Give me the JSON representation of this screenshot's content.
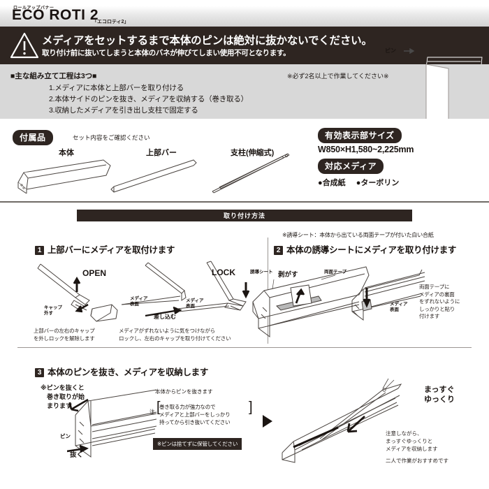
{
  "header": {
    "kana": "ロールアップバナー",
    "title": "ECO ROTI 2",
    "sub": "「エコロティ2」"
  },
  "warning": {
    "icon": "warning-triangle-icon",
    "line1": "メディアをセットするまで本体のピンは絶対に抜かないでください。",
    "line2": "取り付け前に抜いてしまうと本体のバネが伸びてしまい使用不可となります。",
    "pin_label": "ピン"
  },
  "summary": {
    "heading": "■主な組み立て工程は3つ■",
    "note": "※必ず2名以上で作業してください※",
    "steps": [
      "1.メディアに本体と上部バーを取り付ける",
      "2.本体サイドのピンを抜き、メディアを収納する（巻き取る）",
      "3.収納したメディアを引き出し支柱で固定する"
    ]
  },
  "parts": {
    "pill": "付属品",
    "note": "セット内容をご確認ください",
    "items": [
      {
        "label": "本体",
        "icon": "cassette-base-icon"
      },
      {
        "label": "上部バー",
        "icon": "top-bar-icon"
      },
      {
        "label": "支柱(伸縮式)",
        "icon": "telescopic-pole-icon"
      }
    ]
  },
  "spec": {
    "size_pill": "有効表示部サイズ",
    "size_value": "W850×H1,580~2,225mm",
    "media_pill": "対応メディア",
    "media_values": [
      "●合成紙",
      "●ターボリン"
    ]
  },
  "install": {
    "bar_title": "取り付け方法",
    "step1": {
      "num": "1",
      "title": "上部バーにメディアを取付けます",
      "labels": {
        "open": "OPEN",
        "cap_remove": "キャップ\n外す",
        "media_face_a": "メディア\n表面",
        "insert": "差し込む",
        "lock": "LOCK",
        "media_face_b": "メディア\n表面"
      },
      "caption_left": "上部バーの左右のキャップ\nを外しロックを解除します",
      "caption_right": "メディアがずれないように気をつけながら\nロックし、左右のキャップを取り付けてください"
    },
    "step2": {
      "num": "2",
      "title": "本体の誘導シートにメディアを取り付けます",
      "note": "※誘導シート：本体から出ている両面テープが付いた白い合紙",
      "labels": {
        "guide_sheet": "誘導シート",
        "peel": "剥がす",
        "double_tape": "両面テープ",
        "media_face": "メディア\n表面"
      },
      "caption_right": "両面テープに\nメディアの裏面\nをずれないように\nしっかりと貼り\n付けます"
    },
    "step3": {
      "num": "3",
      "title": "本体のピンを抜き、メディアを収納します",
      "left_note": "※ピンを抜くと\n　巻き取りが始\n　まります",
      "pin_label": "ピン",
      "pull_label": "抜く",
      "mid_heading": "本体からピンを抜きます",
      "chu": "注",
      "caution": "巻き取る力が強力なので\nメディアと上部バーをしっかり\n持ってから引き抜いてください",
      "keep_note": "※ピンは捨てずに保管してください",
      "right_big": "まっすぐ\nゆっくり",
      "right_caption": "注意しながら、\nまっすぐゆっくりと\nメディアを収納します",
      "right_caption2": "二人で作業がおすすめです"
    }
  },
  "colors": {
    "dark": "#2e2521",
    "band_gray": "#d8d8d8",
    "line": "#9b9693"
  }
}
